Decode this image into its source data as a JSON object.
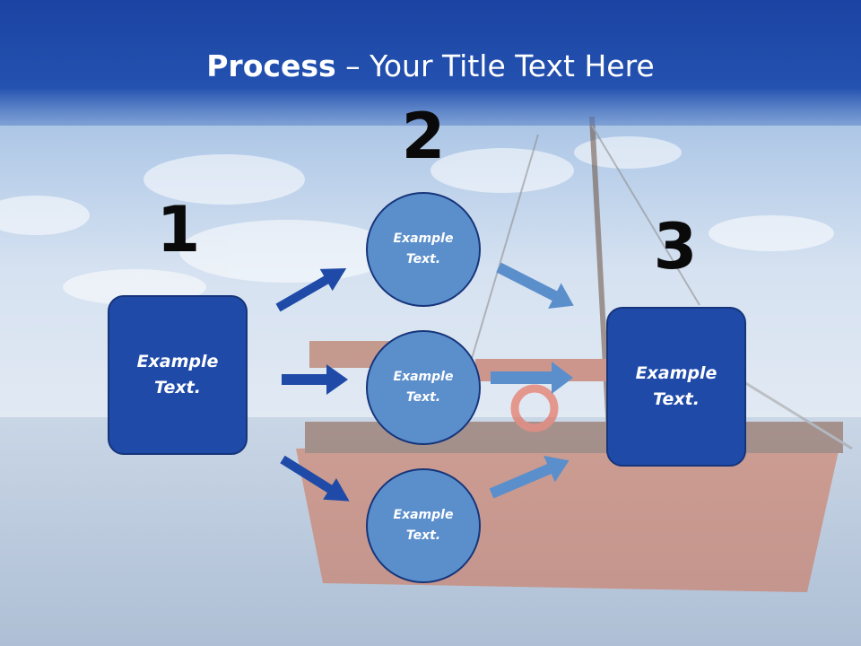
{
  "title": {
    "bold": "Process",
    "rest": " – Your Title Text Here"
  },
  "colors": {
    "header": "#1f4aa8",
    "box_fill": "#1f4aa8",
    "circle_fill": "#5b8fcc",
    "dark_arrow": "#1f4aa8",
    "light_arrow": "#5b8fcc",
    "border": "#16357a"
  },
  "steps": [
    {
      "number": "1",
      "label": "Example\nText."
    },
    {
      "number": "2",
      "label": "Example\nText."
    },
    {
      "number": "3",
      "label": "Example\nText."
    }
  ],
  "circles": [
    {
      "label": "Example\nText."
    },
    {
      "label": "Example\nText."
    },
    {
      "label": "Example\nText."
    }
  ]
}
